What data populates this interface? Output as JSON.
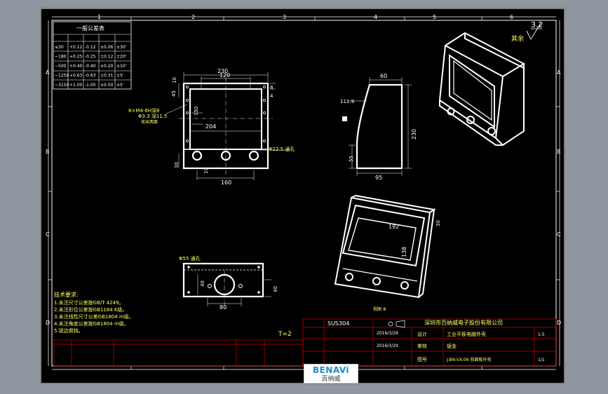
{
  "grid": {
    "columns": [
      "1",
      "2",
      "3",
      "4",
      "5",
      "6"
    ],
    "rows": [
      "A",
      "B",
      "C",
      "D"
    ]
  },
  "tolerance_table": {
    "title": "一般公差表",
    "rows": [
      [
        "≤30",
        "+0.12",
        "-0.12",
        "±0.06",
        "±30'"
      ],
      [
        "~180",
        "+0.25",
        "-0.25",
        "±0.12",
        "±20'"
      ],
      [
        "~500",
        "+0.40",
        "-0.40",
        "±0.20",
        "±10'"
      ],
      [
        "~1250",
        "+0.63",
        "-0.63",
        "±0.31",
        "±5'"
      ],
      [
        "~3150",
        "+1.00",
        "-1.00",
        "±0.50",
        "±5'"
      ]
    ]
  },
  "roughness": {
    "value": "3.2",
    "note": "其余"
  },
  "front_view": {
    "dims": [
      "230",
      "120",
      "45",
      "10",
      "8",
      "4",
      "150",
      "204",
      "30",
      "10",
      "160",
      "Φ22.5 通孔"
    ],
    "note_holes": "8×M4-6H深8",
    "note_csk": "Φ3.3 深11.5",
    "note_side": "攻丝两面"
  },
  "side_view": {
    "dims": [
      "60",
      "113.9",
      "230",
      "55",
      "95"
    ]
  },
  "bottom_view": {
    "dims": [
      "Φ55 通孔",
      "40",
      "80",
      "40"
    ]
  },
  "iso_view": {
    "dims": [
      "192",
      "138",
      "30"
    ],
    "label": "视图 Φ"
  },
  "notes": {
    "title": "技术要求:",
    "items": [
      "1.未注尺寸公差按GB/T 4249。",
      "2.未注形位公差按GB1184 K级。",
      "3.未注线性尺寸公差GB1804 m级。",
      "4.未注角度公差按GB1804 m级。",
      "5.锐边倒钝。"
    ]
  },
  "thickness_label": "T=2",
  "title_block": {
    "material": "SUS304",
    "company": "深圳市百纳威电子股份有限公司",
    "date1": "2016/3/29",
    "date2": "2016/3/29",
    "part_name": "工业平板电脑外壳",
    "part_type": "钣金",
    "drawing_no": "J-BN-VX-06 前面板外壳",
    "label1": "设计",
    "label2": "审核",
    "label3": "图号",
    "scale": "1:5",
    "sheet": "1/1"
  },
  "logo": {
    "brand": "BENAVi",
    "cn": "百纳威"
  }
}
